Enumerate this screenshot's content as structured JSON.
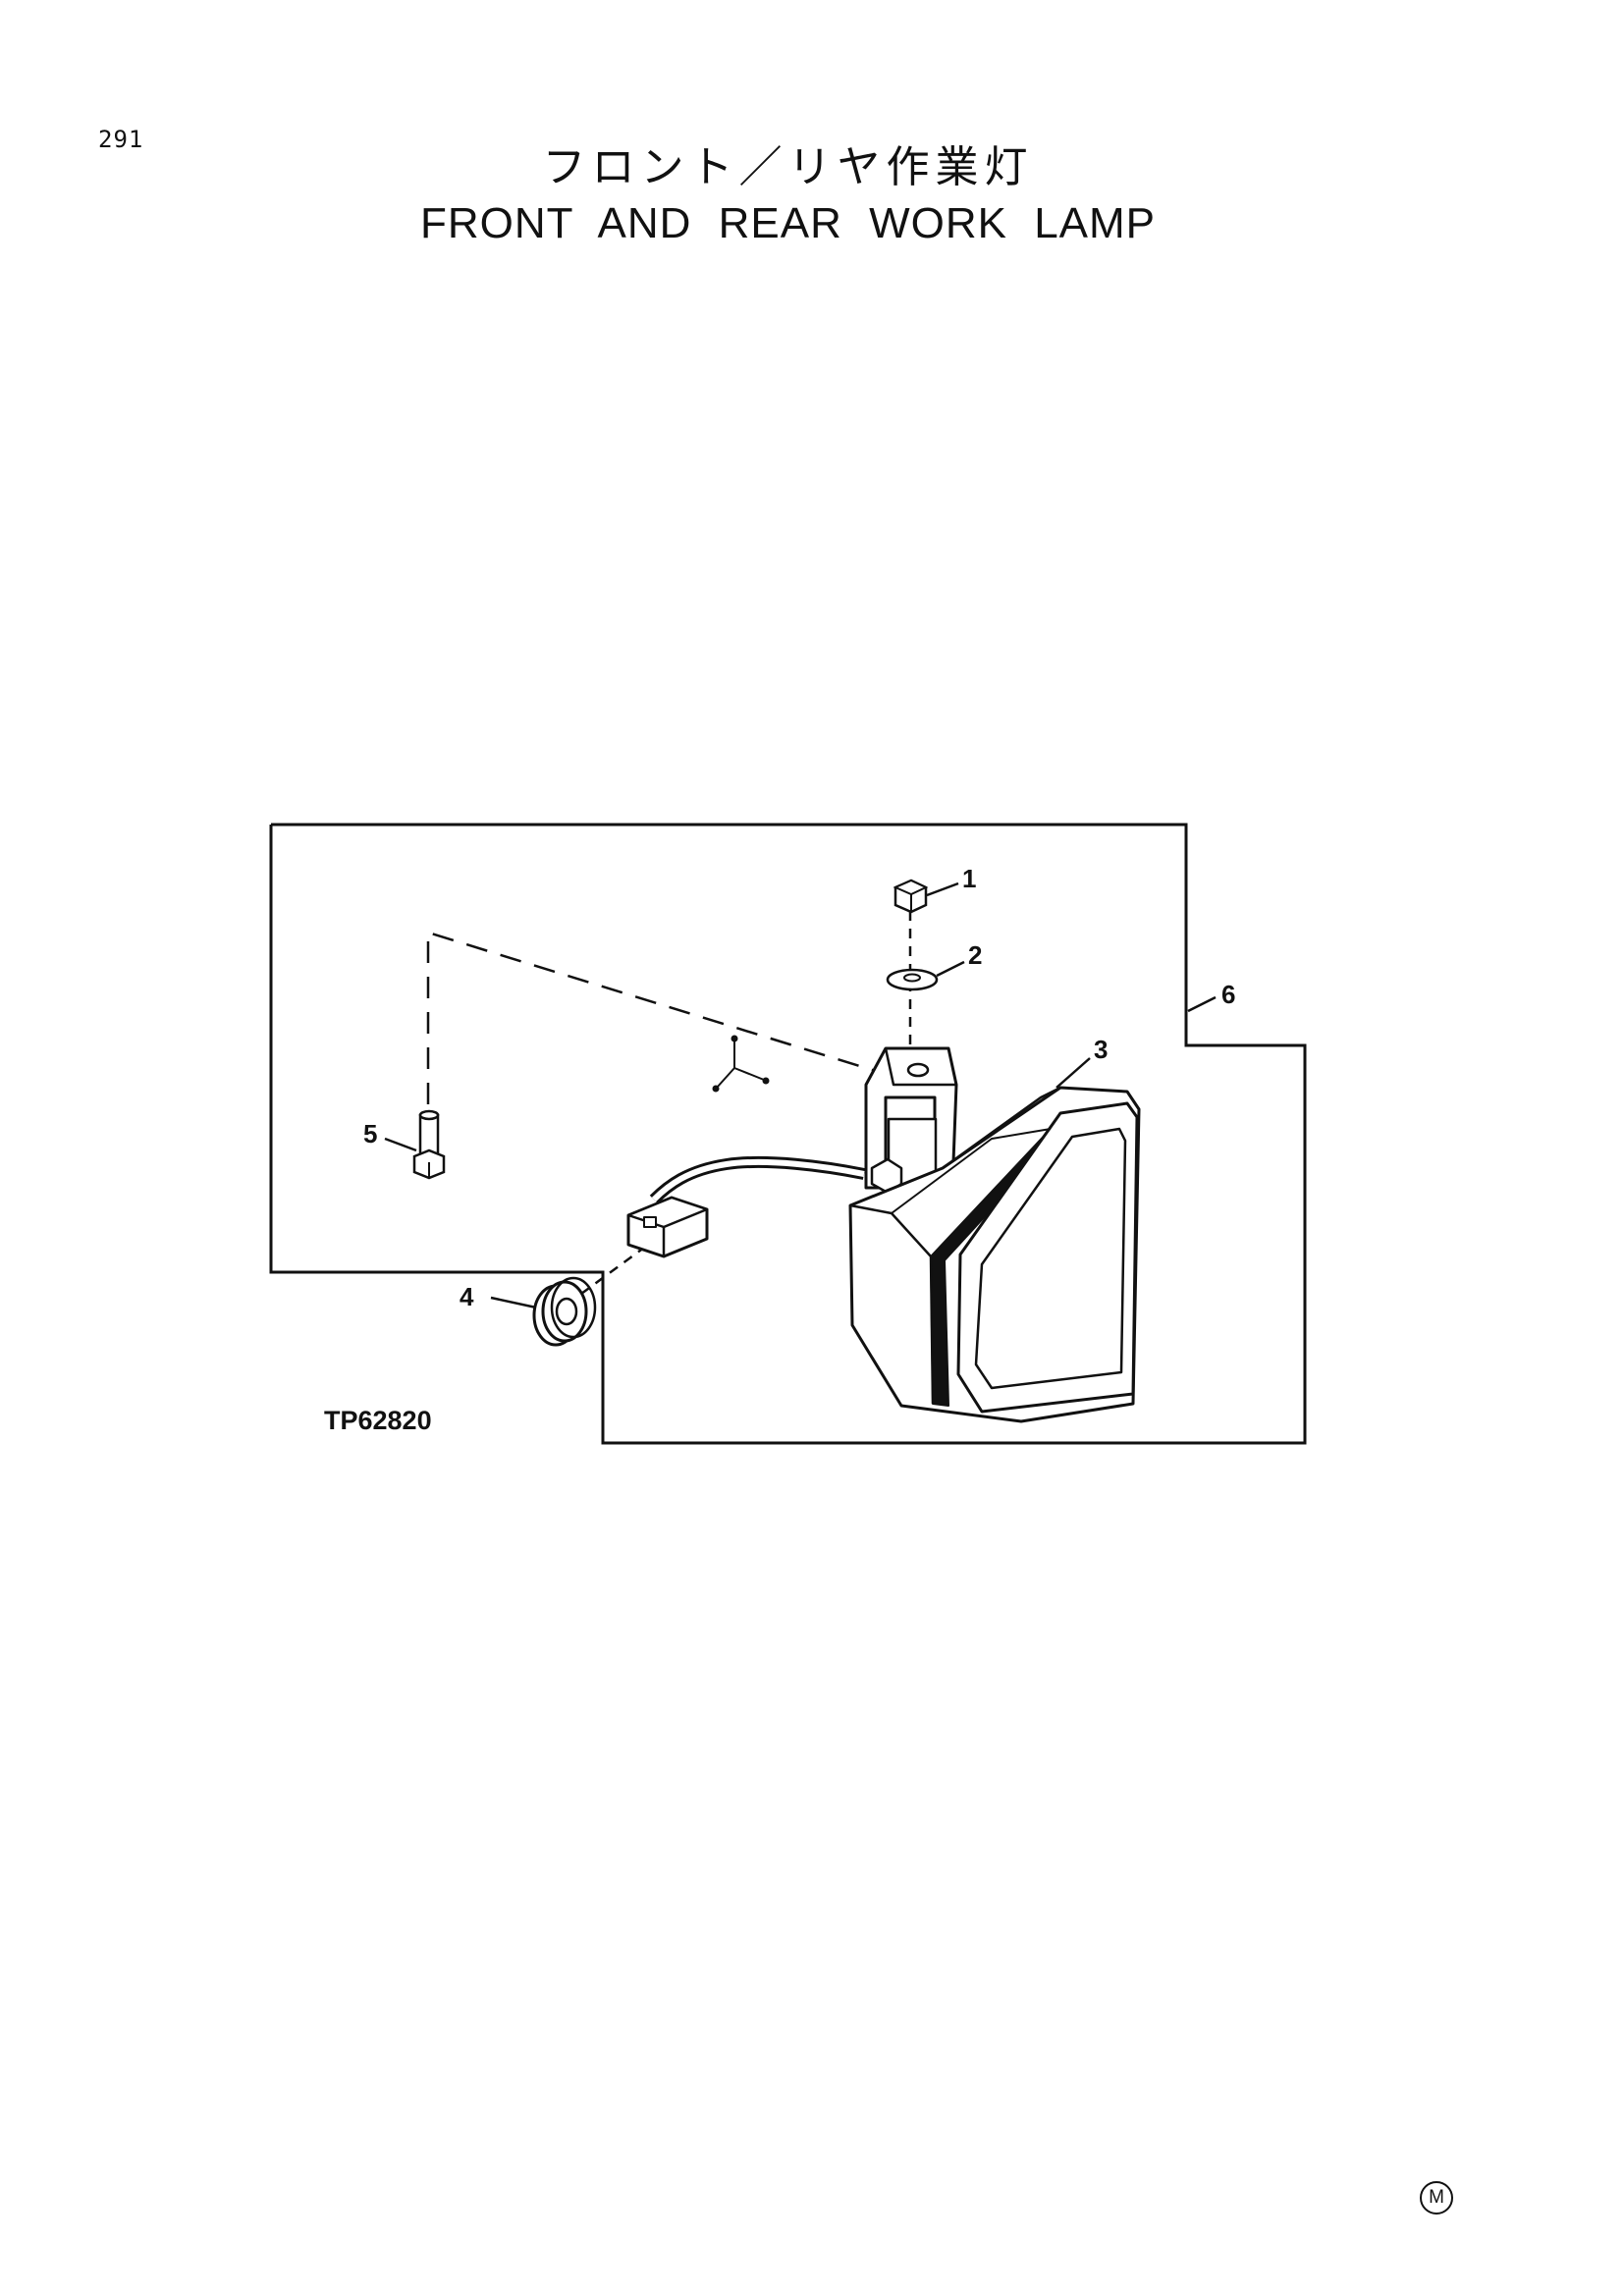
{
  "page": {
    "number": "291",
    "title_ja": "フロント／リヤ作業灯",
    "title_en": "FRONT AND REAR WORK LAMP",
    "mark": "M"
  },
  "figure": {
    "code": "TP62820",
    "callouts": {
      "c1": "1",
      "c2": "2",
      "c3": "3",
      "c4": "4",
      "c5": "5",
      "c6": "6"
    }
  }
}
